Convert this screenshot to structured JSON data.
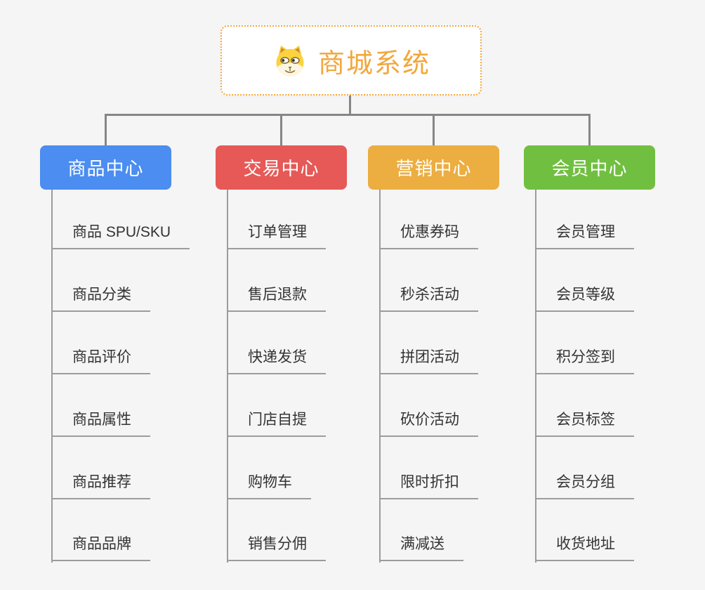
{
  "root": {
    "title": "商城系统",
    "icon": "dog-icon",
    "text_color": "#F2A73D",
    "border_color": "#F3A93C"
  },
  "branches": [
    {
      "label": "商品中心",
      "color": "#4B8DF0",
      "children": [
        "商品 SPU/SKU",
        "商品分类",
        "商品评价",
        "商品属性",
        "商品推荐",
        "商品品牌"
      ]
    },
    {
      "label": "交易中心",
      "color": "#E65957",
      "children": [
        "订单管理",
        "售后退款",
        "快递发货",
        "门店自提",
        "购物车",
        "销售分佣"
      ]
    },
    {
      "label": "营销中心",
      "color": "#ECAD41",
      "children": [
        "优惠券码",
        "秒杀活动",
        "拼团活动",
        "砍价活动",
        "限时折扣",
        "满减送"
      ]
    },
    {
      "label": "会员中心",
      "color": "#71BF41",
      "children": [
        "会员管理",
        "会员等级",
        "积分签到",
        "会员标签",
        "会员分组",
        "收货地址"
      ]
    }
  ],
  "colors": {
    "background": "#F5F5F5",
    "connector": "#868686",
    "leaf_line": "#9C9C9C",
    "leaf_text": "#333333"
  }
}
